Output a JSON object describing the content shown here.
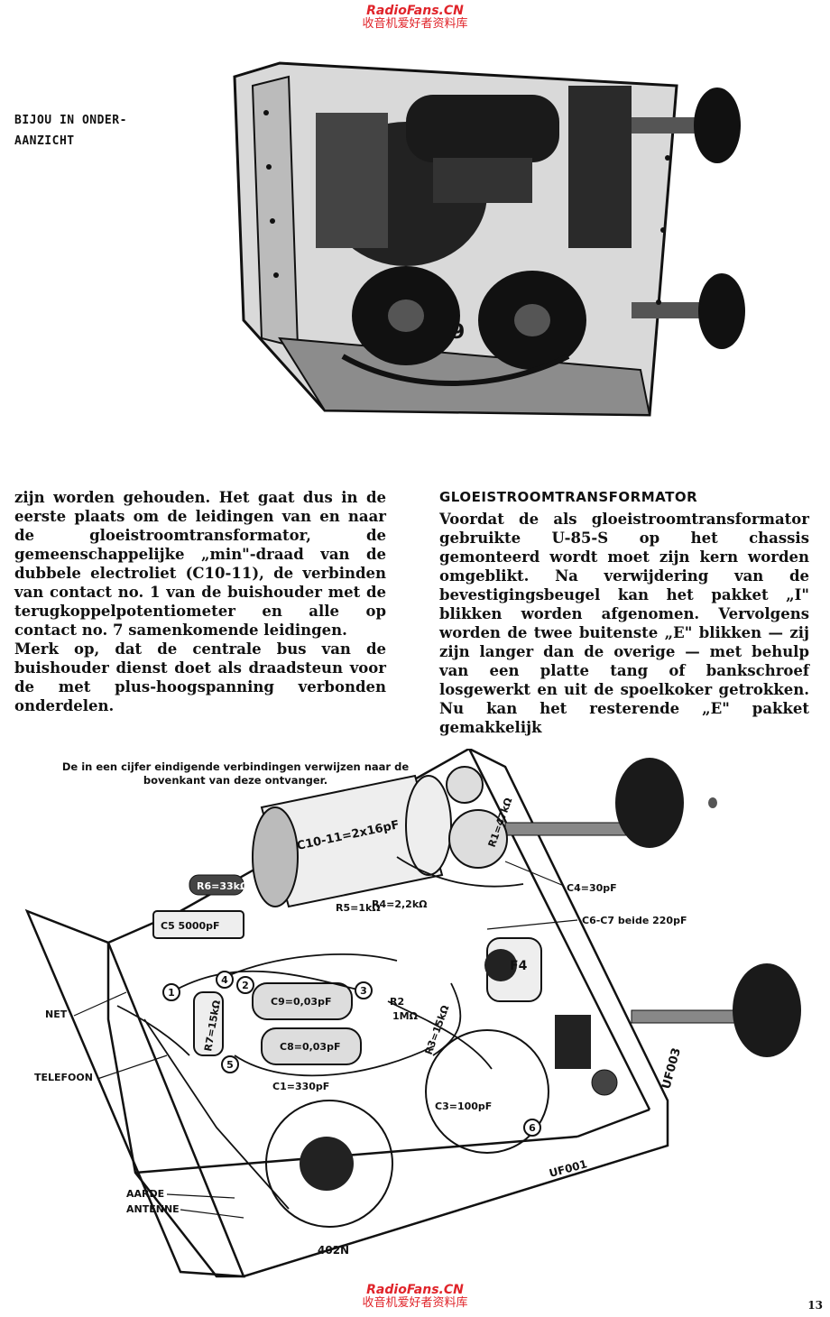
{
  "watermark": {
    "site": "RadioFans.CN",
    "chinese": "收音机爱好者资料库"
  },
  "photo_caption": {
    "line1": "BIJOU IN ONDER-",
    "line2": "AANZICHT"
  },
  "photo_label": "9",
  "left_column": {
    "text": "zijn worden gehouden. Het gaat dus in de eerste plaats om de leidingen van en naar de gloeistroomtransformator, de gemeenschappelijke „min\"-draad van de dubbele electroliet (C10-11), de verbinden van contact no. 1 van de buishouder met de terugkoppelpotentiometer en alle op contact no. 7 samenkomende leidingen.",
    "text2": "Merk op, dat de centrale bus van de buishouder dienst doet als draadsteun voor de met plus-hoogspanning verbonden onderdelen."
  },
  "right_column": {
    "heading": "GLOEISTROOMTRANSFORMATOR",
    "text": "Voordat de als gloeistroomtransformator gebruikte U-85-S op het chassis gemonteerd wordt moet zijn kern worden omgeblikt. Na verwijdering van de bevestigingsbeugel kan het pakket „I\" blikken worden afgenomen. Vervolgens worden de twee buitenste „E\" blikken — zij zijn langer dan de overige — met behulp van een platte tang of bankschroef losgewerkt en uit de spoelkoker getrokken. Nu kan het resterende „E\" pakket gemakkelijk"
  },
  "diagram_note": "De in een cijfer eindigende verbindingen verwijzen naar de bovenkant van deze ontvanger.",
  "diagram_labels": {
    "r6": "R6=33kΩ",
    "c5": "C5 5000pF",
    "c10": "C10-11=2x16pF",
    "r5": "R5=1kΩ",
    "r4": "R4=2,2kΩ",
    "r1": "R1=47kΩ",
    "c4": "C4=30pF",
    "c6c7": "C6-C7 beide 220pF",
    "r7": "R7=15kΩ",
    "c9": "C9=0,03pF",
    "c8": "C8=0,03pF",
    "r2": "R2",
    "r2v": "1MΩ",
    "r3": "R3=15kΩ",
    "c3": "C3=100pF",
    "c1": "C1=330pF",
    "f4": "F4",
    "net": "NET",
    "telefoon": "TELEFOON",
    "aarde": "AARDE",
    "antenne": "ANTENNE",
    "tube": "402N",
    "uf003": "UF003",
    "uf001": "UF001",
    "n1": "1",
    "n2": "2",
    "n3": "3",
    "n4": "4",
    "n5": "5",
    "n6": "6"
  },
  "page_number": "13"
}
